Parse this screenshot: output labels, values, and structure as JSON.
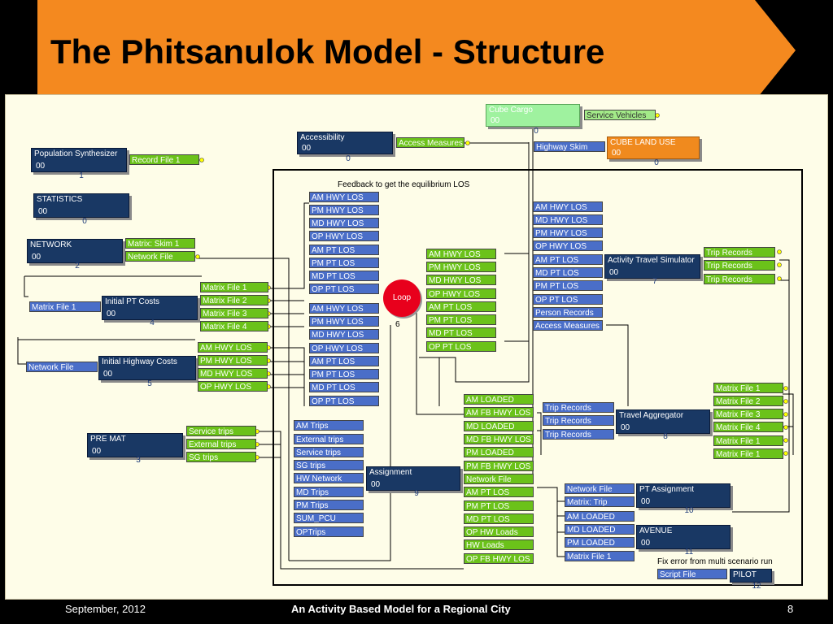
{
  "slide": {
    "title": "The Phitsanulok Model - Structure",
    "footer_left": "September, 2012",
    "footer_center": "An Activity Based Model for a Regional City",
    "footer_right": "8",
    "banner_color": "#f4891f"
  },
  "diagram": {
    "feedback_note": "Feedback to get the equilibrium LOS",
    "fix_note": "Fix error from multi scenario run",
    "loop": {
      "label": "Loop",
      "num": "6"
    },
    "nodes": {
      "cargo": {
        "title": "Cube Cargo",
        "code": "00",
        "num": "0"
      },
      "accessibility": {
        "title": "Accessibility",
        "code": "00",
        "num": "0"
      },
      "landuse": {
        "title": "CUBE LAND USE",
        "code": "00",
        "num": "0"
      },
      "popsynth": {
        "title": "Population Synthesizer",
        "code": "00",
        "num": "1"
      },
      "statistics": {
        "title": "STATISTICS",
        "code": "00",
        "num": "0"
      },
      "network": {
        "title": "NETWORK",
        "code": "00",
        "num": "2"
      },
      "initpt": {
        "title": "Initial PT Costs",
        "code": "00",
        "num": "4"
      },
      "inithwy": {
        "title": "Initial Highway Costs",
        "code": "00",
        "num": "5"
      },
      "premat": {
        "title": "PRE MAT",
        "code": "00",
        "num": "3"
      },
      "ats": {
        "title": "Activity Travel Simulator",
        "code": "00",
        "num": "7"
      },
      "travagg": {
        "title": "Travel Aggregator",
        "code": "00",
        "num": "8"
      },
      "assign": {
        "title": "Assignment",
        "code": "00",
        "num": "9"
      },
      "ptassign": {
        "title": "PT Assignment",
        "code": "00",
        "num": "10"
      },
      "avenue": {
        "title": "AVENUE",
        "code": "00",
        "num": "11"
      },
      "pilot": {
        "title": "PILOT",
        "code": "",
        "num": "12"
      }
    },
    "files": {
      "service_vehicles": "Service Vehicles",
      "access_measures": "Access Measures",
      "highway_skim": "Highway Skim",
      "record_file_1": "Record File 1",
      "matrix_skim_1": "Matrix: Skim 1",
      "network_file": "Network File",
      "matrix_file_1": "Matrix File 1",
      "init_pt_out": [
        "Matrix File 1",
        "Matrix File 2",
        "Matrix File 3",
        "Matrix File 4"
      ],
      "init_hwy_out": [
        "AM HWY LOS",
        "PM HWY LOS",
        "MD HWY LOS",
        "OP HWY LOS"
      ],
      "premat_out": [
        "Service trips",
        "External trips",
        "SG trips"
      ],
      "loop_in_top": [
        "AM HWY LOS",
        "PM HWY LOS",
        "MD HWY LOS",
        "OP HWY LOS",
        "AM PT LOS",
        "PM PT LOS",
        "MD PT LOS",
        "OP PT LOS"
      ],
      "loop_in_bottom": [
        "AM HWY LOS",
        "PM HWY LOS",
        "MD HWY LOS",
        "OP HWY LOS",
        "AM PT LOS",
        "PM PT LOS",
        "MD PT LOS",
        "OP PT LOS"
      ],
      "loop_out": [
        "AM HWY LOS",
        "PM HWY LOS",
        "MD HWY LOS",
        "OP HWY LOS",
        "AM PT LOS",
        "PM PT LOS",
        "MD PT LOS",
        "OP PT LOS"
      ],
      "ats_in": [
        "AM HWY LOS",
        "MD HWY LOS",
        "PM HWY LOS",
        "OP HWY LOS",
        "AM PT LOS",
        "MD PT LOS",
        "PM PT LOS",
        "OP PT LOS",
        "Person Records",
        "Access Measures"
      ],
      "ats_out": [
        "Trip Records",
        "Trip Records",
        "Trip Records"
      ],
      "agg_in": [
        "Trip Records",
        "Trip Records",
        "Trip Records"
      ],
      "agg_out": [
        "Matrix File 1",
        "Matrix File 2",
        "Matrix File 3",
        "Matrix File 4",
        "Matrix File 1",
        "Matrix File 1"
      ],
      "assign_in": [
        "AM Trips",
        "External trips",
        "Service trips",
        "SG trips",
        "HW Network",
        "MD Trips",
        "PM Trips",
        "SUM_PCU",
        "OPTrips"
      ],
      "assign_out": [
        "AM LOADED",
        "AM FB HWY LOS",
        "MD LOADED",
        "MD FB HWY LOS",
        "PM LOADED",
        "PM FB HWY LOS",
        "Network File",
        "AM PT LOS",
        "PM PT LOS",
        "MD PT LOS",
        "OP HW Loads",
        "HW Loads",
        "OP FB HWY LOS"
      ],
      "ptassign_in": [
        "Network File",
        "Matrix: Trip"
      ],
      "avenue_in": [
        "AM LOADED",
        "MD LOADED",
        "PM LOADED",
        "Matrix File 1"
      ],
      "script_file": "Script File"
    }
  }
}
